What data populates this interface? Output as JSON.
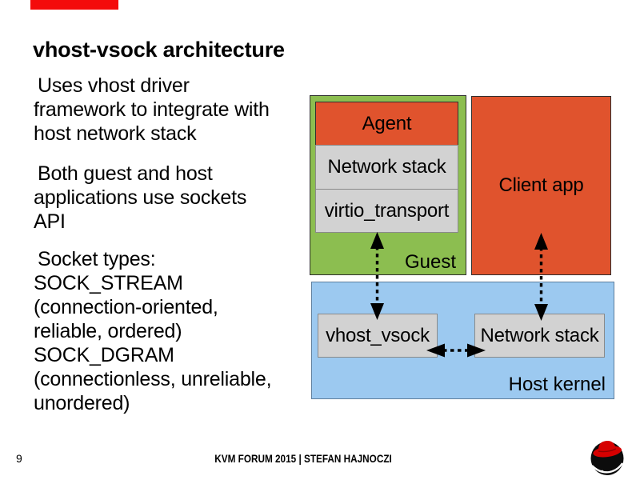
{
  "title": "vhost-vsock architecture",
  "bullets": [
    "Uses vhost driver\nframework to integrate with\nhost network stack",
    "Both guest and host\napplications use sockets\nAPI",
    "Socket types:\nSOCK_STREAM\n(connection-oriented,\nreliable, ordered)\nSOCK_DGRAM\n(connectionless, unreliable,\nunordered)"
  ],
  "diagram": {
    "guest_box": {
      "label": "Guest",
      "agent": "Agent",
      "network_stack": "Network stack",
      "virtio_transport": "virtio_transport"
    },
    "client_app": "Client app",
    "host_box": {
      "label": "Host kernel",
      "vhost_vsock": "vhost_vsock",
      "network_stack": "Network stack"
    },
    "arrows": [
      "virtio_transport <-> vhost_vsock (dashed, double-headed)",
      "Client app <-> host Network stack (dashed, double-headed)",
      "vhost_vsock <-> host Network stack (dashed, double-headed)"
    ]
  },
  "footer": {
    "page_number": "9",
    "center_text": "KVM FORUM 2015 | STEFAN HAJNOCZI",
    "logo_icon": "redhat-shadowman-fedora"
  },
  "colors": {
    "accent_red": "#f40b0b",
    "guest_green": "#8cbe50",
    "app_orange": "#e0532d",
    "host_blue": "#9cc9f0",
    "module_gray": "#d2d2d2",
    "logo_red": "#d60000",
    "text_black": "#000000"
  }
}
